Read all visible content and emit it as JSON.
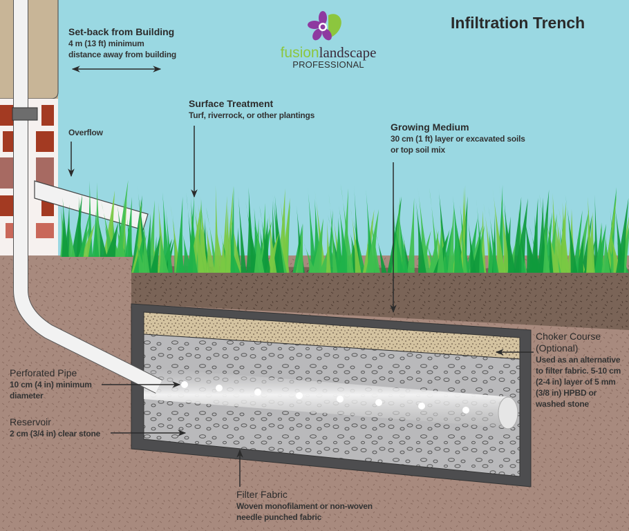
{
  "title": "Infiltration Trench",
  "logo": {
    "brand_part1": "fusion",
    "brand_part2": "landscape",
    "tagline": "PROFESSIONAL",
    "flower_color": "#8e3aa0",
    "leaf_color": "#8cc63e"
  },
  "colors": {
    "sky": "#9ad8e2",
    "soil": "#a88a7e",
    "topsoil": "#7a6457",
    "choker": "#d4c3a0",
    "reservoir": "#b9b9bb",
    "fabric": "#4d4d4f",
    "grass_dark": "#0f9a3c",
    "grass_light": "#7ac943",
    "brick": "#a33a22",
    "siding": "#c8b597",
    "pipe": "#f2f2f2"
  },
  "labels": {
    "setback": {
      "title": "Set-back  from Building",
      "lines": [
        "4 m (13 ft) minimum",
        "distance away from building"
      ]
    },
    "overflow": {
      "title": "Overflow"
    },
    "surface": {
      "title": "Surface Treatment",
      "lines": [
        "Turf, riverrock, or other plantings"
      ]
    },
    "growing": {
      "title": "Growing Medium",
      "lines": [
        "30 cm (1 ft) layer or excavated soils",
        "or top soil mix"
      ]
    },
    "choker": {
      "title_lines": [
        "Choker Course",
        "(Optional)"
      ],
      "lines": [
        "Used as an alternative",
        "to filter fabric. 5-10 cm",
        "(2-4 in) layer of 5 mm",
        "(3/8 in) HPBD or",
        "washed stone"
      ]
    },
    "pipe": {
      "title": "Perforated Pipe",
      "lines": [
        "10 cm (4 in) minimum",
        "diameter"
      ]
    },
    "reservoir": {
      "title": "Reservoir",
      "lines": [
        "2 cm (3/4 in) clear stone"
      ]
    },
    "fabric": {
      "title": "Filter Fabric",
      "lines": [
        "Woven monofilament or non-woven",
        "needle punched fabric"
      ]
    }
  }
}
